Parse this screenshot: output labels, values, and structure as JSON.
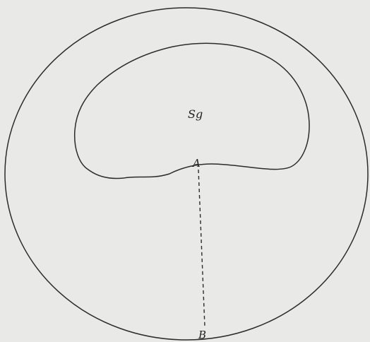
{
  "diagram": {
    "region_label": "Sg",
    "point_top_label": "A",
    "point_bottom_label": "B"
  }
}
